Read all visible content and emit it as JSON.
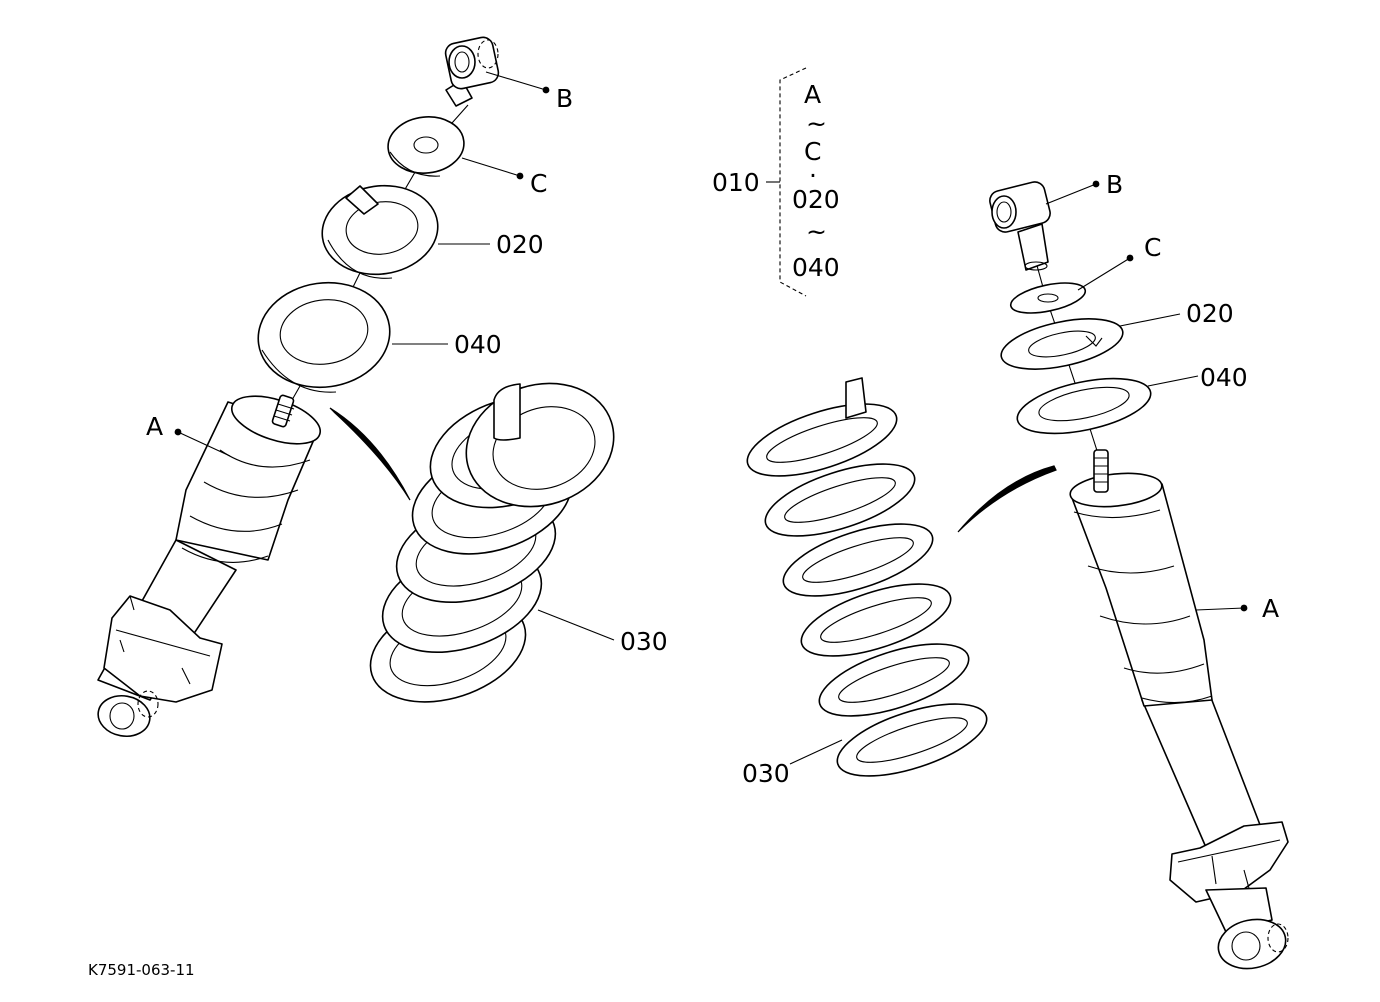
{
  "diagram": {
    "reference_code": "K7591-063-11",
    "assembly_group": {
      "parent": "010",
      "members": [
        "A",
        "~",
        "C",
        "·",
        "020",
        "~",
        "040"
      ]
    },
    "left_view": {
      "callouts": {
        "b": "B",
        "c": "C",
        "p020": "020",
        "p040": "040",
        "a": "A",
        "p030": "030"
      }
    },
    "right_view": {
      "callouts": {
        "b": "B",
        "c": "C",
        "p020": "020",
        "p040": "040",
        "a": "A",
        "p030": "030"
      }
    }
  }
}
